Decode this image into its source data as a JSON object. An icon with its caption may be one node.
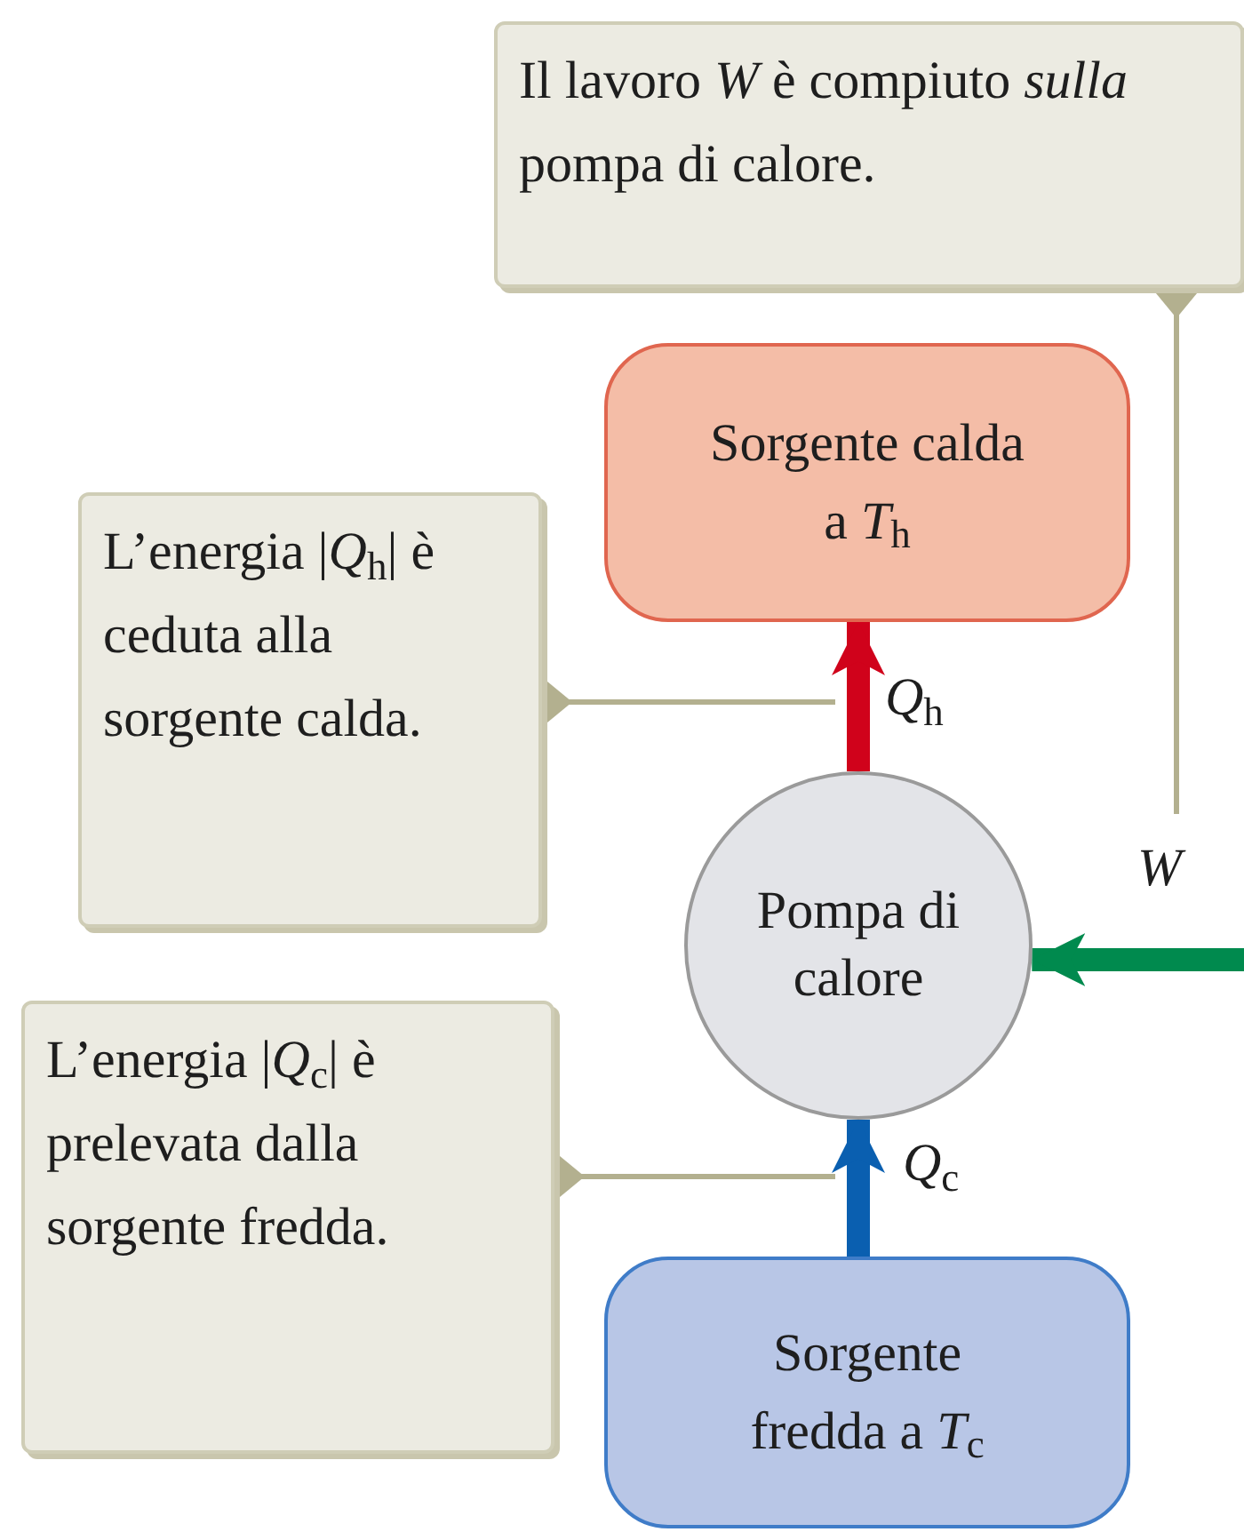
{
  "diagram": {
    "nodes": [
      {
        "text": [
          "Il lavoro *W* è compiuto *sulla* pompa di calore."
        ]
      },
      {
        "text": [
          "Sorgente calda a *T*$_{h}$"
        ]
      },
      {
        "text": [
          "L’energia |*Q*$_{h}$| è ceduta alla sorgente calda."
        ]
      },
      {
        "text": [
          "Pompa di calore"
        ]
      },
      {
        "text": [
          "L’energia |*Q*$_{c}$| è prelevata dalla sorgente fredda."
        ]
      },
      {
        "text": [
          "Sorgente fredda a *T*$_{c}$"
        ]
      }
    ],
    "edges": [
      {
        "from": 3,
        "to": 1,
        "arrow": "to",
        "label": "*Q*$_{h}$",
        "style": "thick",
        "color": "#d0021b"
      },
      {
        "from": 5,
        "to": 3,
        "arrow": "to",
        "label": "*Q*$_{c}$",
        "style": "thick",
        "color": "#0a5fb0"
      },
      {
        "from": null,
        "to": 3,
        "arrow": "to",
        "label": "*W*",
        "style": "thick",
        "color": "#008a4e"
      },
      {
        "from": 2,
        "to": null,
        "arrow": "other",
        "color": "#b3b08f"
      },
      {
        "from": 0,
        "to": null,
        "arrow": "other",
        "color": "#b3b08f"
      },
      {
        "from": 4,
        "to": null,
        "arrow": "other",
        "color": "#b3b08f"
      }
    ]
  }
}
